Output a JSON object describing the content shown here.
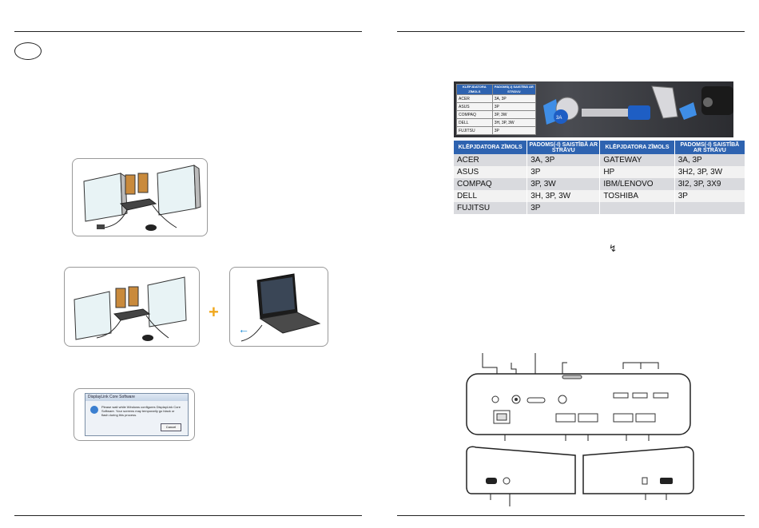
{
  "dialog": {
    "title": "DisplayLink Core Software",
    "message": "Please wait while Windows configures DisplayLink Core Software. Your screens may temporarily go black or flash during this process.",
    "cancel_label": "Cancel"
  },
  "small_table": {
    "headers": [
      "KLĒPJDATORA ZĪMOLS",
      "PADOMS(-I) SAISTĪBĀ AR STRĀVU"
    ],
    "rows": [
      [
        "ACER",
        "3A, 3P"
      ],
      [
        "ASUS",
        "3P"
      ],
      [
        "COMPAQ",
        "3P, 3W"
      ],
      [
        "DELL",
        "3H, 3P, 3W"
      ],
      [
        "FUJITSU",
        "3P"
      ]
    ]
  },
  "plug_label": "3A",
  "big_table": {
    "headers": [
      "KLĒPJDATORA ZĪMOLS",
      "PADOMS(-I) SAISTĪBĀ AR STRĀVU",
      "KLĒPJDATORA ZĪMOLS",
      "PADOMS(-I) SAISTĪBĀ AR STRĀVU"
    ],
    "rows": [
      [
        "ACER",
        "3A, 3P",
        "GATEWAY",
        "3A, 3P"
      ],
      [
        "ASUS",
        "3P",
        "HP",
        "3H2, 3P, 3W"
      ],
      [
        "COMPAQ",
        "3P, 3W",
        "IBM/LENOVO",
        "3I2, 3P, 3X9"
      ],
      [
        "DELL",
        "3H, 3P, 3W",
        "TOSHIBA",
        "3P"
      ],
      [
        "FUJITSU",
        "3P",
        "",
        ""
      ]
    ]
  },
  "power_glyph": "↯",
  "colors": {
    "table_header": "#2e63b0",
    "plus": "#f0a81e",
    "arrow": "#1a8ad4"
  }
}
